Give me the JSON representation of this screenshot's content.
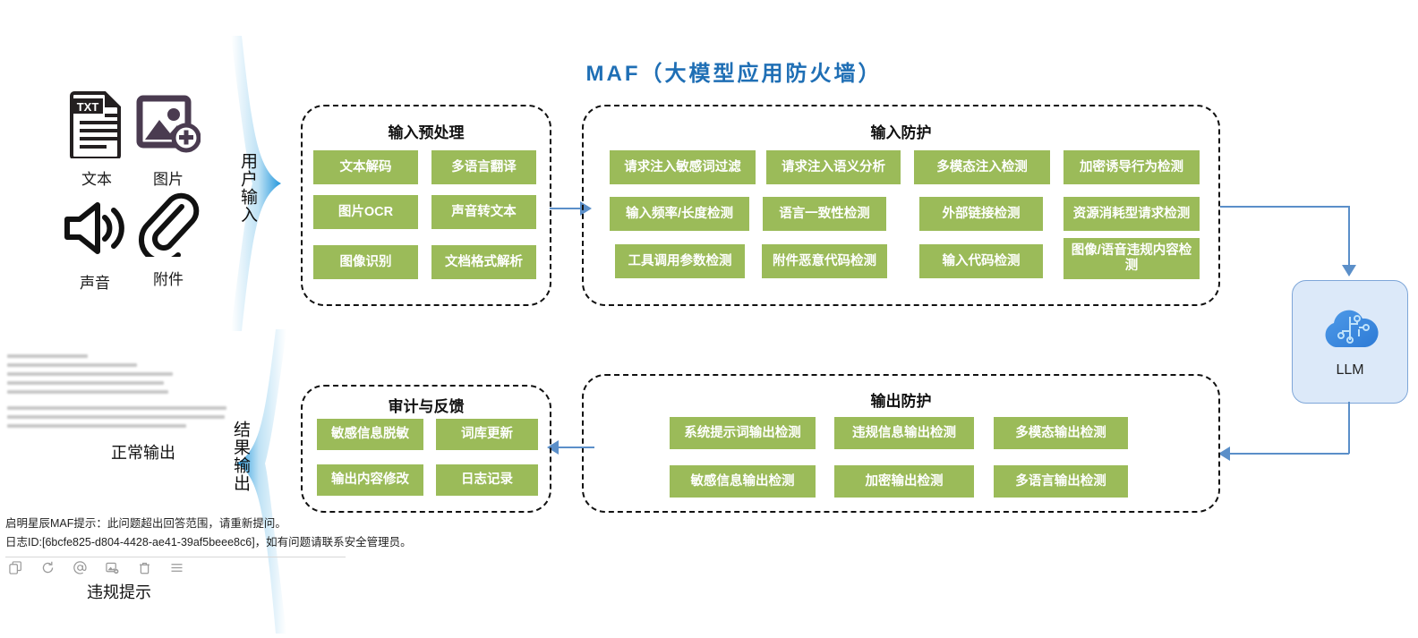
{
  "title": "MAF（大模型应用防火墙）",
  "inputs": [
    {
      "label": "文本",
      "icon": "txt-document-icon"
    },
    {
      "label": "图片",
      "icon": "image-add-icon"
    },
    {
      "label": "声音",
      "icon": "speaker-sound-icon"
    },
    {
      "label": "附件",
      "icon": "paperclip-attachment-icon"
    }
  ],
  "flow_arrows": {
    "user_input": "用户输入",
    "result_output": "结果输出"
  },
  "groups": {
    "input_preprocess": {
      "title": "输入预处理",
      "items": [
        "文本解码",
        "多语言翻译",
        "图片OCR",
        "声音转文本",
        "图像识别",
        "文档格式解析"
      ]
    },
    "input_protection": {
      "title": "输入防护",
      "items": [
        "请求注入敏感词过滤",
        "请求注入语义分析",
        "多模态注入检测",
        "加密诱导行为检测",
        "输入频率/长度检测",
        "语言一致性检测",
        "外部链接检测",
        "资源消耗型请求检测",
        "工具调用参数检测",
        "附件恶意代码检测",
        "输入代码检测",
        "图像/语音违规内容检测"
      ]
    },
    "audit_feedback": {
      "title": "审计与反馈",
      "items": [
        "敏感信息脱敏",
        "词库更新",
        "输出内容修改",
        "日志记录"
      ]
    },
    "output_protection": {
      "title": "输出防护",
      "items": [
        "系统提示词输出检测",
        "违规信息输出检测",
        "多模态输出检测",
        "敏感信息输出检测",
        "加密输出检测",
        "多语言输出检测"
      ]
    }
  },
  "llm": {
    "label": "LLM",
    "icon": "cloud-circuit-icon"
  },
  "outputs": {
    "normal_output_label": "正常输出",
    "violation_label": "违规提示",
    "alert_line1": "启明星辰MAF提示：此问题超出回答范围，请重新提问。",
    "alert_line2": "日志ID:[6bcfe825-d804-4428-ae41-39af5beee8c6]，如有问题请联系安全管理员。",
    "action_icons": [
      "copy-icon",
      "refresh-icon",
      "at-mention-icon",
      "image-add-icon",
      "trash-icon",
      "menu-icon"
    ]
  },
  "colors": {
    "chip_green": "#9BBB59",
    "title_blue": "#1F6FB5",
    "arrow_blue": "#5B8FC9",
    "llm_fill": "#DCE9F9"
  }
}
